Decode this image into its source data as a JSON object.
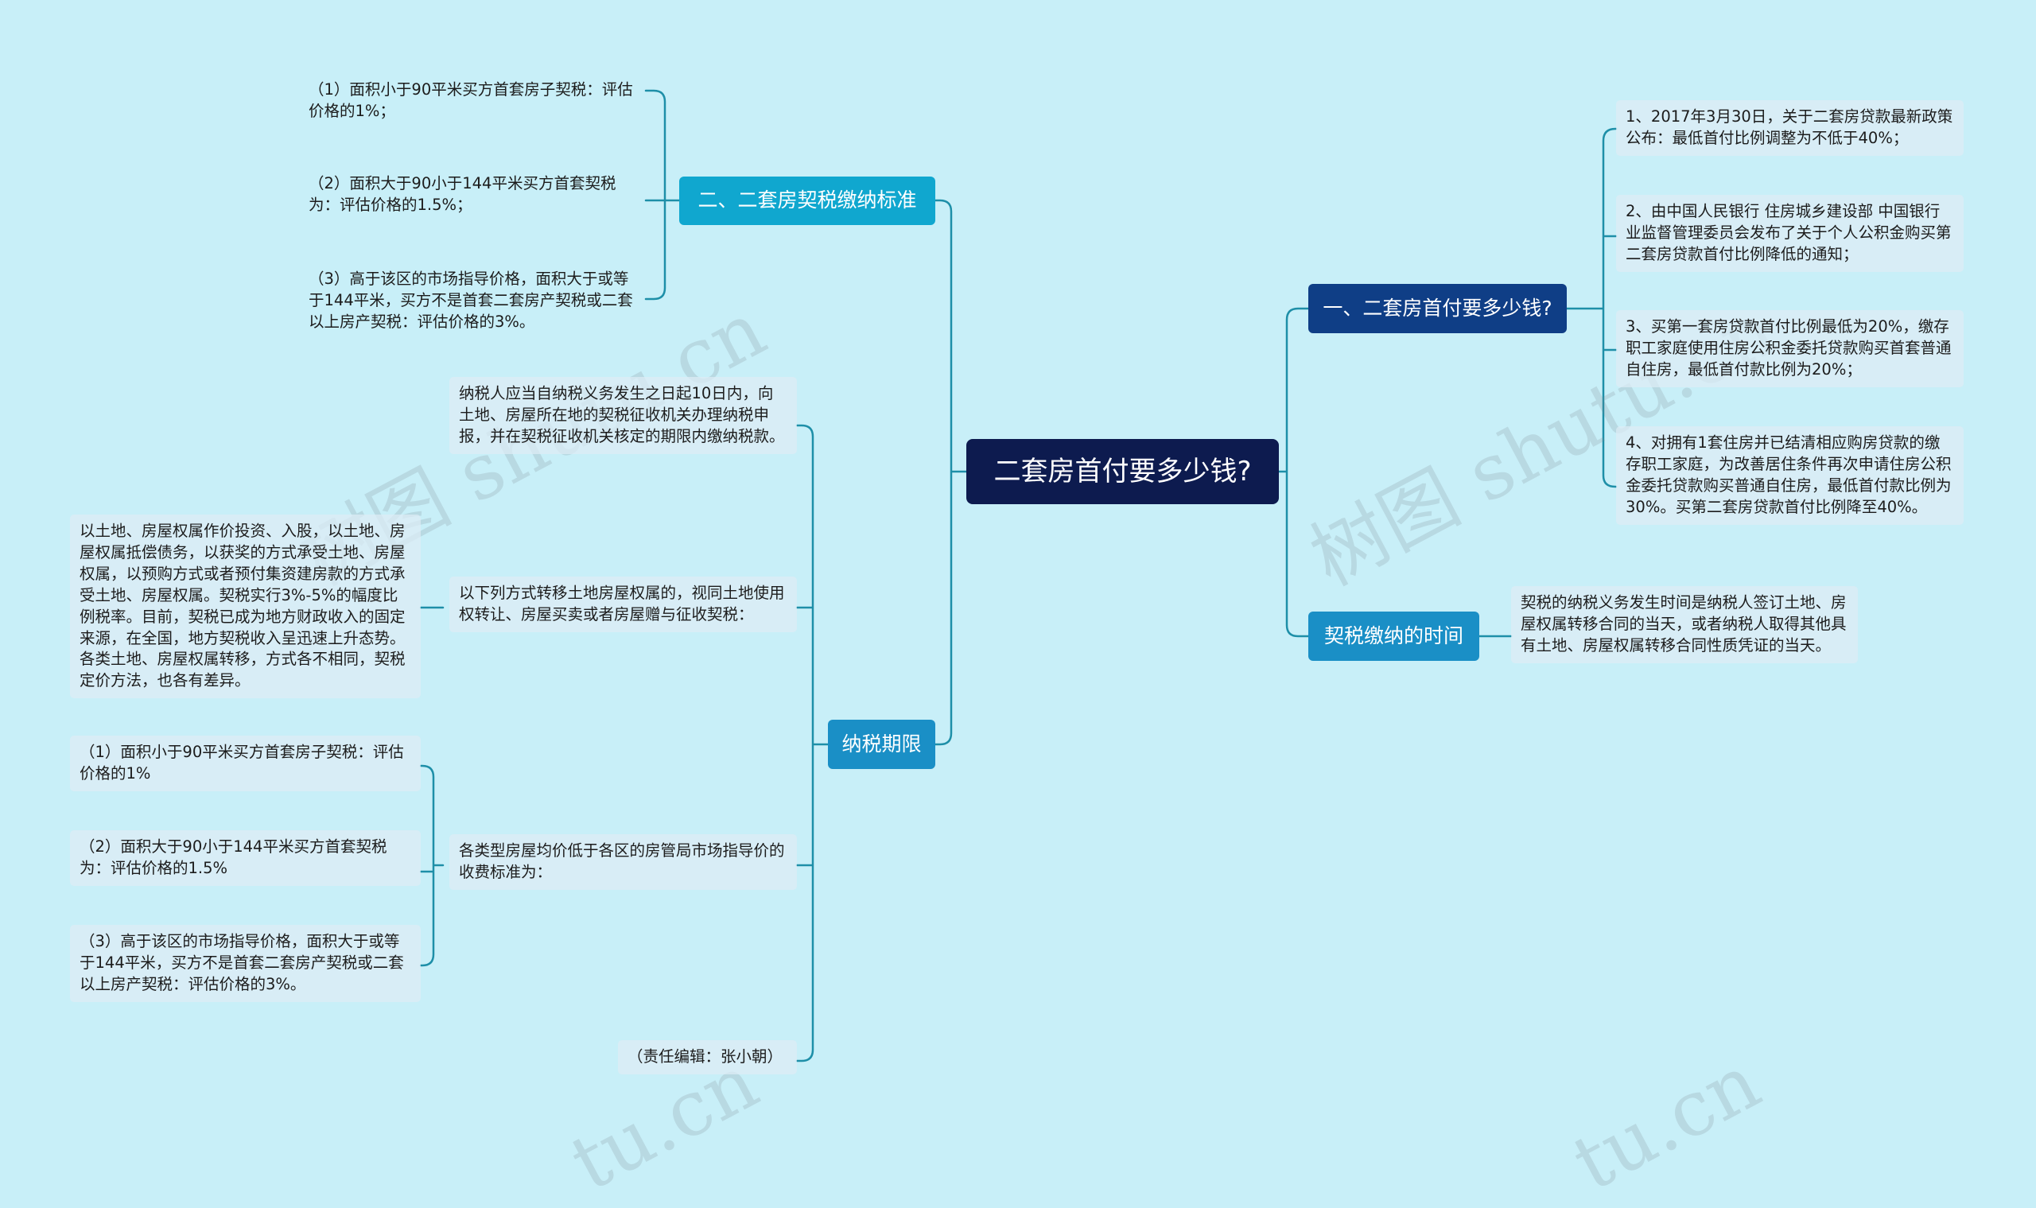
{
  "watermark": "树图 shutu.cn",
  "watermark_fragment": "tu.cn",
  "root": "二套房首付要多少钱?",
  "right": {
    "branch1": {
      "label": "一、二套房首付要多少钱?",
      "items": [
        "1、2017年3月30日，关于二套房贷款最新政策公布：最低首付比例调整为不低于40%；",
        "2、由中国人民银行 住房城乡建设部 中国银行业监督管理委员会发布了关于个人公积金购买第二套房贷款首付比例降低的通知；",
        "3、买第一套房贷款首付比例最低为20%，缴存职工家庭使用住房公积金委托贷款购买首套普通自住房，最低首付款比例为20%；",
        "4、对拥有1套住房并已结清相应购房贷款的缴存职工家庭，为改善居住条件再次申请住房公积金委托贷款购买普通自住房，最低首付款比例为30%。买第二套房贷款首付比例降至40%。"
      ]
    },
    "branch2": {
      "label": "契税缴纳的时间",
      "items": [
        "契税的纳税义务发生时间是纳税人签订土地、房屋权属转移合同的当天，或者纳税人取得其他具有土地、房屋权属转移合同性质凭证的当天。"
      ]
    }
  },
  "left": {
    "branch1": {
      "label": "二、二套房契税缴纳标准",
      "items": [
        "（1）面积小于90平米买方首套房子契税：评估价格的1%；",
        "（2）面积大于90小于144平米买方首套契税为：评估价格的1.5%；",
        "（3）高于该区的市场指导价格，面积大于或等于144平米，买方不是首套二套房产契税或二套以上房产契税：评估价格的3%。"
      ]
    },
    "branch2": {
      "label": "纳税期限",
      "items": [
        "纳税人应当自纳税义务发生之日起10日内，向土地、房屋所在地的契税征收机关办理纳税申报，并在契税征收机关核定的期限内缴纳税款。",
        "以下列方式转移土地房屋权属的，视同土地使用权转让、房屋买卖或者房屋赠与征收契税：",
        "各类型房屋均价低于各区的房管局市场指导价的收费标准为：",
        "（责任编辑：张小朝）"
      ],
      "sub_a": [
        "以土地、房屋权属作价投资、入股，以土地、房屋权属抵偿债务，以获奖的方式承受土地、房屋权属，以预购方式或者预付集资建房款的方式承受土地、房屋权属。契税实行3%-5%的幅度比例税率。目前，契税已成为地方财政收入的固定来源，在全国，地方契税收入呈迅速上升态势。各类土地、房屋权属转移，方式各不相同，契税定价方法，也各有差异。"
      ],
      "sub_b": [
        "（1）面积小于90平米买方首套房子契税：评估价格的1%",
        "（2）面积大于90小于144平米买方首套契税为：评估价格的1.5%",
        "（3）高于该区的市场指导价格，面积大于或等于144平米，买方不是首套二套房产契税或二套以上房产契税：评估价格的3%。"
      ]
    }
  },
  "colors": {
    "background": "#c8eff8",
    "root": "#0d1b4f",
    "branch_dark": "#0f3e86",
    "branch_teal": "#10a7cf",
    "branch_mid": "#1a8fc6",
    "edge": "#1e8fa8"
  }
}
